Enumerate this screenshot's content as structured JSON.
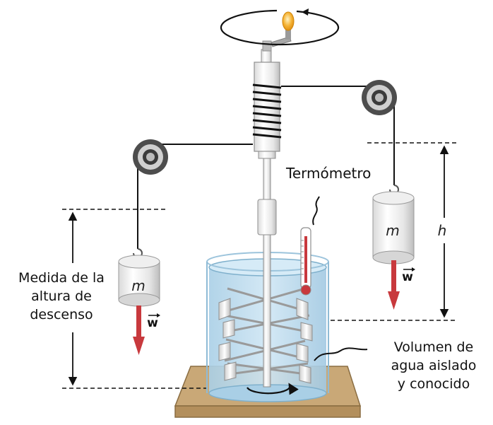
{
  "labels": {
    "thermometer": "Termómetro",
    "descent_height": [
      "Medida de la",
      "altura de",
      "descenso"
    ],
    "water_volume": [
      "Volumen de",
      "agua aislado",
      "y conocido"
    ],
    "mass_left": "m",
    "mass_right": "m",
    "weight_left": "w",
    "weight_right": "w",
    "height": "h"
  },
  "colors": {
    "weight_arrow": "#c8393d",
    "water": "#b9d9ec",
    "base_platform": "#c9a877",
    "pulley": "#5a5a5a",
    "thermometer_liquid": "#c8393d",
    "bulb": "#f5b335"
  },
  "icons": [
    "light-bulb-icon",
    "rotation-arrow-icon"
  ]
}
